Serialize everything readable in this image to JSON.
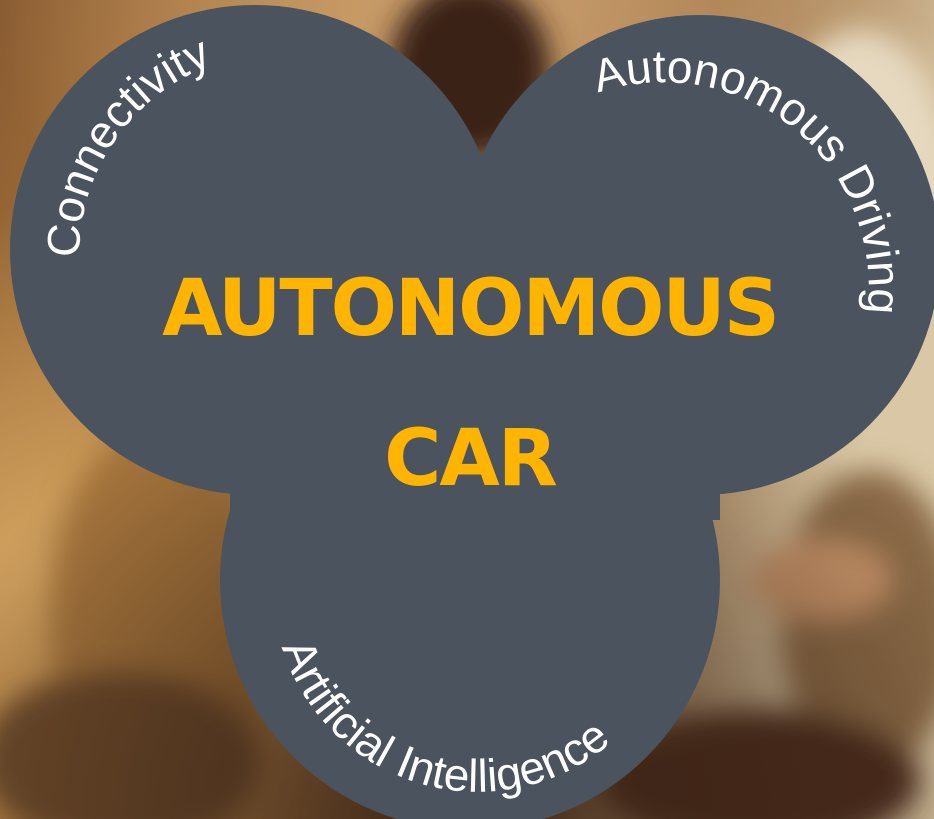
{
  "center": {
    "line1": "AUTONOMOUS",
    "line2": "CAR"
  },
  "circles": {
    "left": "Connectivity",
    "right": "Autonomous Driving",
    "bottom": "Artificial Intelligence"
  },
  "colors": {
    "circle_fill": "#4a535e",
    "label_text": "#ffffff",
    "title_text": "#ffb400"
  }
}
